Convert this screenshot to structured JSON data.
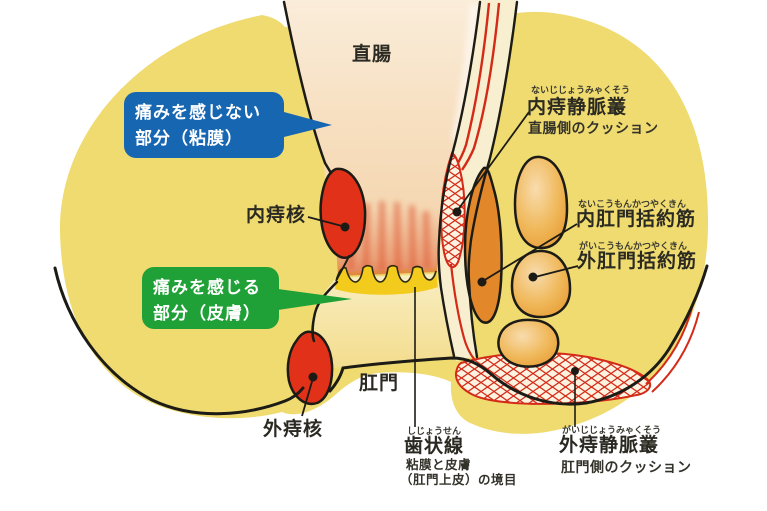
{
  "diagram": {
    "type": "anatomical-diagram",
    "topic": "rectum and anal canal cross-section showing hemorrhoid anatomy",
    "labels": {
      "rectum": "直腸",
      "anus": "肛門",
      "internal_hemorrhoid": "内痔核",
      "external_hemorrhoid": "外痔核"
    },
    "callouts": {
      "no_pain": {
        "line1": "痛みを感じない",
        "line2": "部分（粘膜）",
        "color": "#1766B2"
      },
      "pain": {
        "line1": "痛みを感じる",
        "line2": "部分（皮膚）",
        "color": "#1FA138"
      }
    },
    "annotations": {
      "internal_venous_plexus": {
        "furigana": "ないじじょうみゃくそう",
        "name": "内痔静脈叢",
        "note": "直腸側のクッション"
      },
      "internal_anal_sphincter": {
        "furigana": "ないこうもんかつやくきん",
        "name": "内肛門括約筋"
      },
      "external_anal_sphincter": {
        "furigana": "がいこうもんかつやくきん",
        "name": "外肛門括約筋"
      },
      "dentate_line": {
        "furigana": "しじょうせん",
        "name": "歯状線",
        "note1": "粘膜と皮膚",
        "note2": "（肛門上皮）の境目"
      },
      "external_venous_plexus": {
        "furigana": "がいじじょうみゃくそう",
        "name": "外痔静脈叢",
        "note": "肛門側のクッション"
      }
    },
    "colors": {
      "background": "#FFFFFF",
      "body_fill": "#EFDB70",
      "rectum_fill": "#F6E0BE",
      "anal_canal_fill": "#F6E5A8",
      "dentate_gold": "#F2CB1D",
      "hemorrhoid_red": "#E23119",
      "vessel_red": "#D42A18",
      "internal_sphincter_orange": "#E2882A",
      "external_sphincter_orange": "#ECA93E",
      "callout_blue": "#1766B2",
      "callout_green": "#1FA138",
      "outline_black": "#1C1B15"
    }
  }
}
